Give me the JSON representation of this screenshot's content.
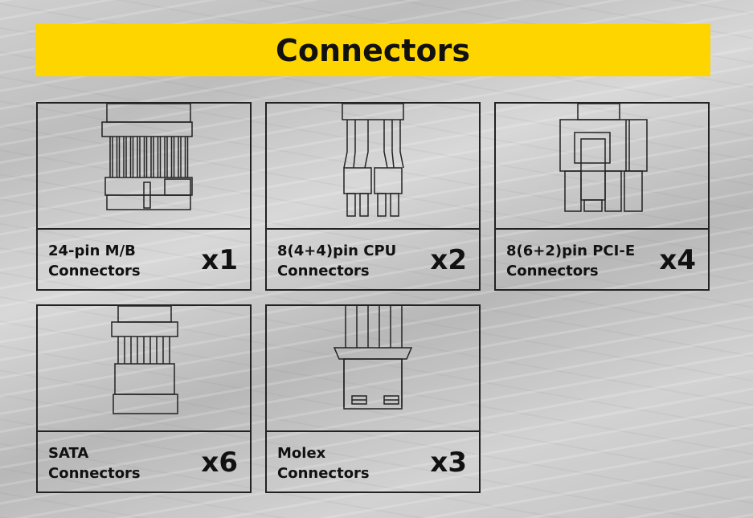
{
  "title": "Connectors",
  "connectors": [
    {
      "line1": "24-pin M/B",
      "line2": "Connectors",
      "count": "x1",
      "icon": "24-pin-connector-icon"
    },
    {
      "line1": "8(4+4)pin CPU",
      "line2": "Connectors",
      "count": "x2",
      "icon": "cpu-connector-icon"
    },
    {
      "line1": "8(6+2)pin PCI-E",
      "line2": "Connectors",
      "count": "x4",
      "icon": "pcie-connector-icon"
    },
    {
      "line1": "SATA",
      "line2": "Connectors",
      "count": "x6",
      "icon": "sata-connector-icon"
    },
    {
      "line1": "Molex",
      "line2": "Connectors",
      "count": "x3",
      "icon": "molex-connector-icon"
    }
  ]
}
